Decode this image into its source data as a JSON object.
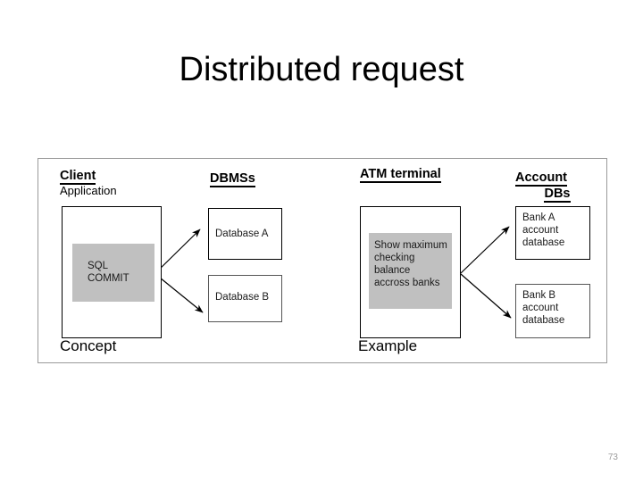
{
  "slide": {
    "title": "Distributed request",
    "page_number": "73"
  },
  "diagram": {
    "columns": {
      "client": {
        "header": "Client",
        "subheader": "Application"
      },
      "dbmss": {
        "header": "DBMSs"
      },
      "atm": {
        "header": "ATM terminal"
      },
      "account": {
        "header_line1": "Account",
        "header_line2": "DBs"
      }
    },
    "concept": {
      "client_box_text": "SQL\nCOMMIT",
      "targets": [
        {
          "label": "Database A"
        },
        {
          "label": "Database B"
        }
      ],
      "footer_label": "Concept"
    },
    "example": {
      "atm_box_text": "Show maximum\nchecking\nbalance\naccross banks",
      "targets": [
        {
          "label": "Bank A\naccount\ndatabase"
        },
        {
          "label": "Bank B\naccount\ndatabase"
        }
      ],
      "footer_label": "Example"
    },
    "colors": {
      "gray_block": "#c0c0c0",
      "frame_border": "#9a9a9a",
      "box_border": "#000000",
      "page_number": "#9b9b9b"
    }
  }
}
